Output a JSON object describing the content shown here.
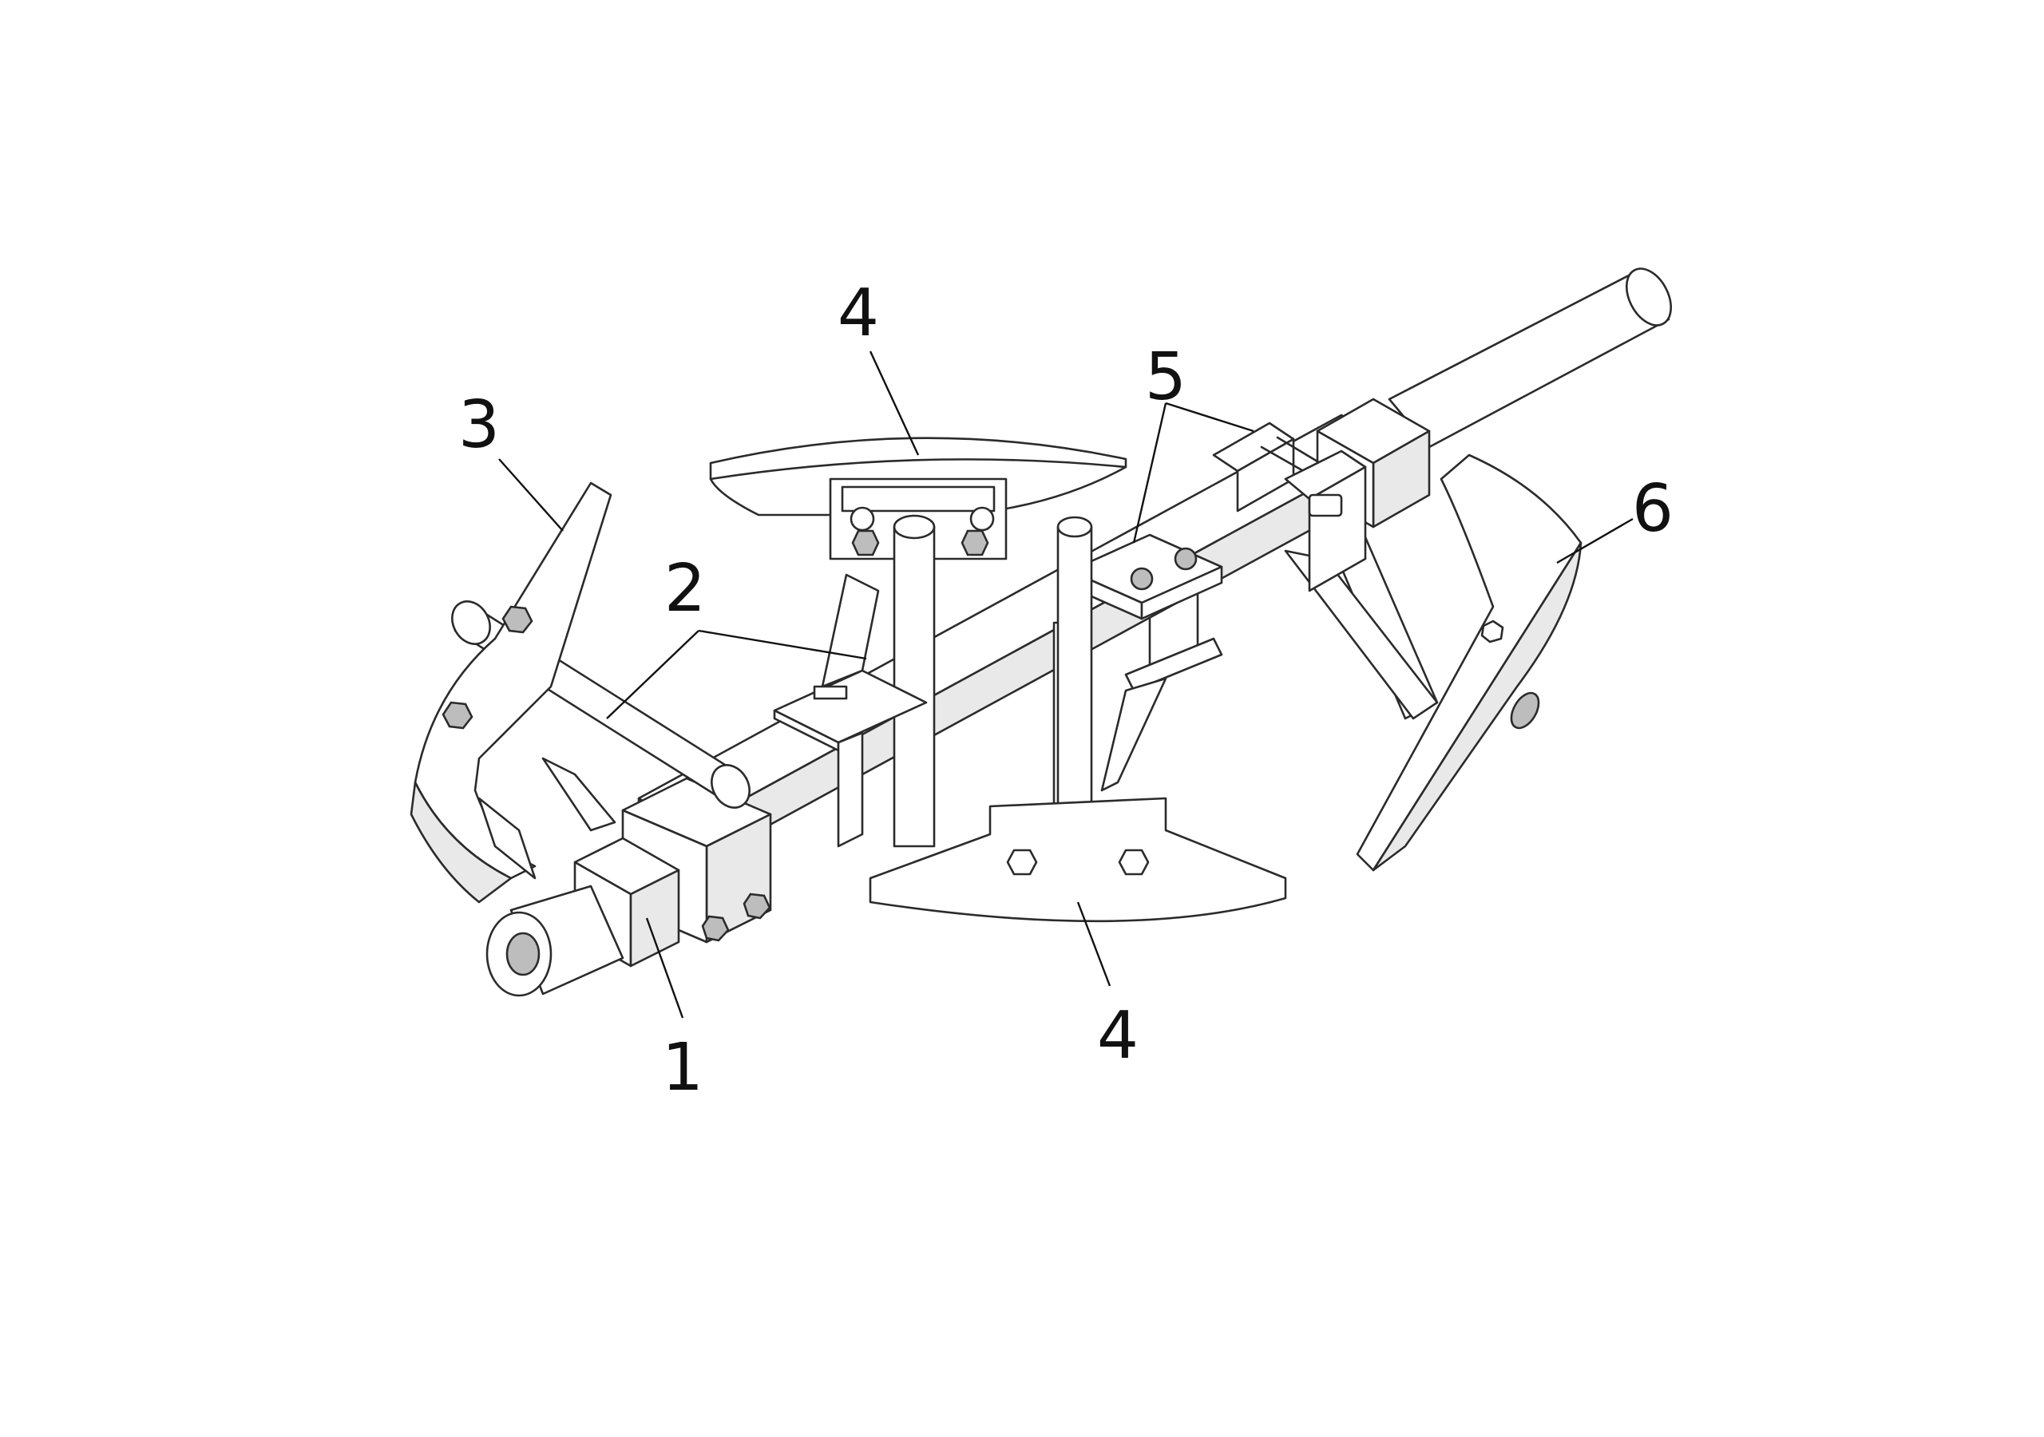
{
  "callouts": [
    {
      "id": "1",
      "text": "1"
    },
    {
      "id": "2",
      "text": "2"
    },
    {
      "id": "3",
      "text": "3"
    },
    {
      "id": "4a",
      "text": "4"
    },
    {
      "id": "4b",
      "text": "4"
    },
    {
      "id": "5",
      "text": "5"
    },
    {
      "id": "6",
      "text": "6"
    }
  ],
  "colors": {
    "line": "#2b2b2b",
    "background": "#ffffff"
  }
}
